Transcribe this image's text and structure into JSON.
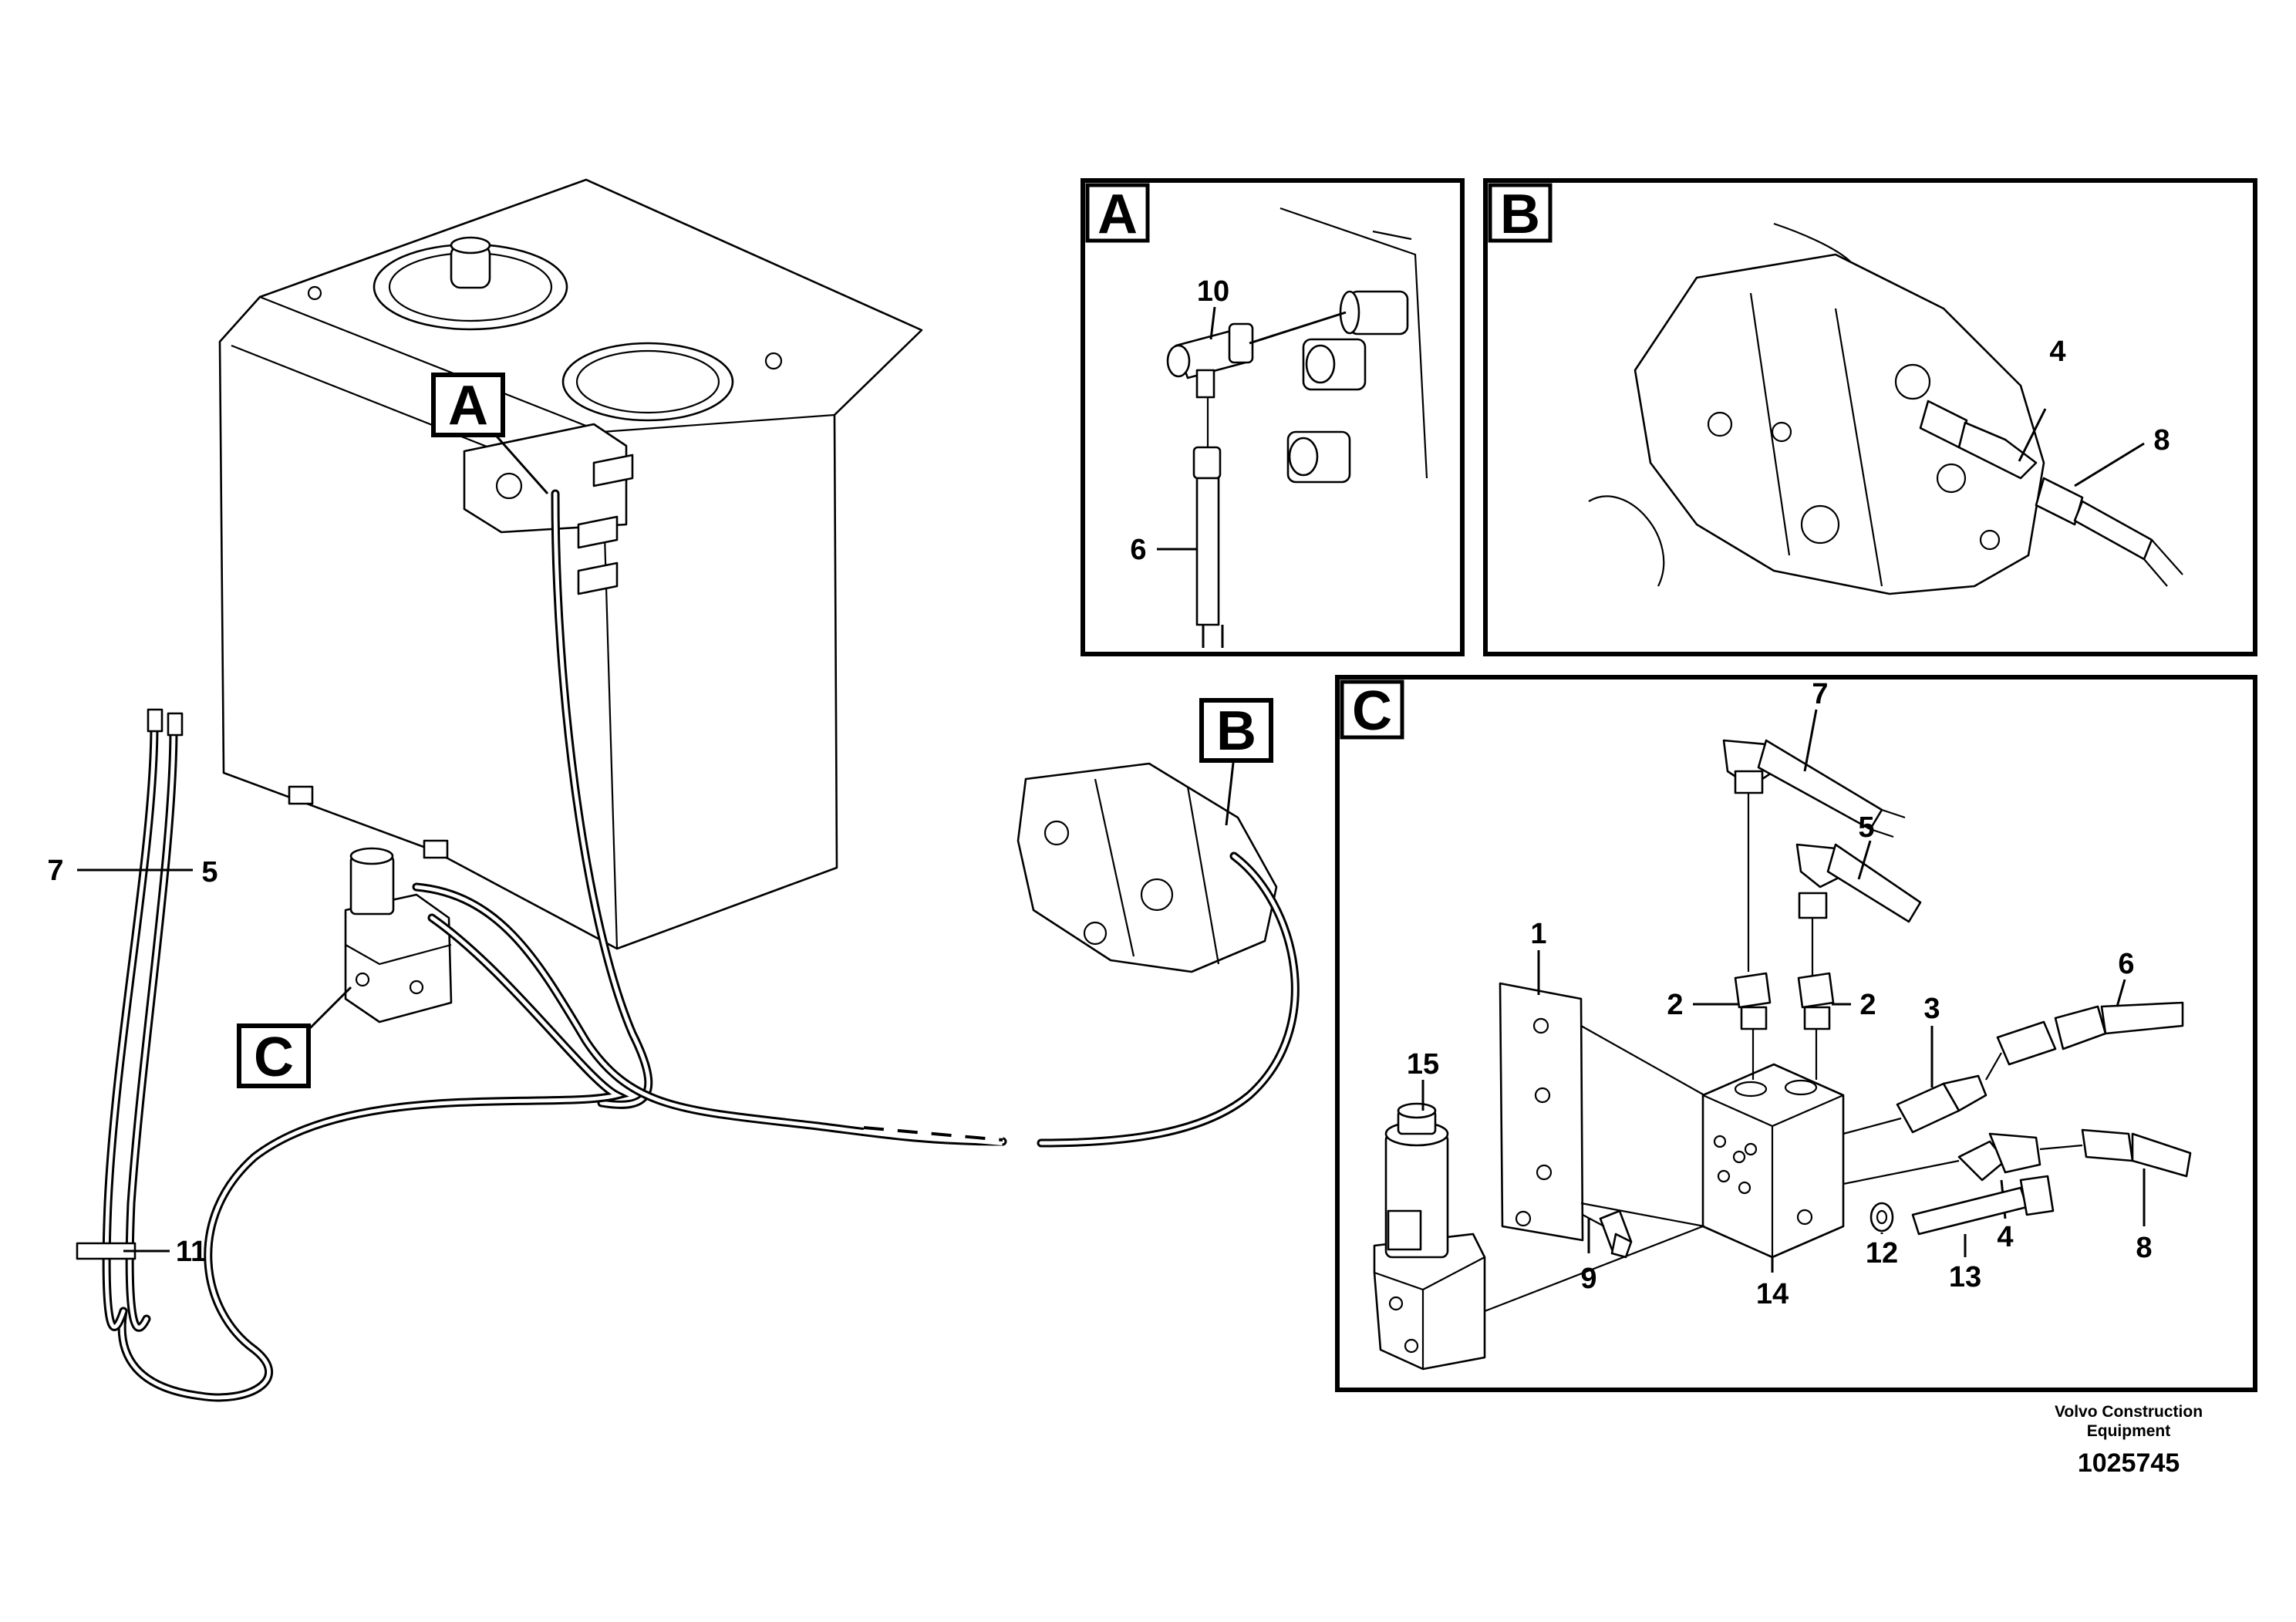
{
  "callouts": {
    "A": "A",
    "B": "B",
    "C": "C"
  },
  "labels": {
    "main": {
      "l7": "7",
      "l5": "5",
      "l11": "11"
    },
    "detail_a": {
      "l10": "10",
      "l6": "6"
    },
    "detail_b": {
      "l4": "4",
      "l8": "8"
    },
    "detail_c": {
      "l7": "7",
      "l5": "5",
      "l1": "1",
      "l2a": "2",
      "l2b": "2",
      "l3": "3",
      "l6": "6",
      "l15": "15",
      "l4": "4",
      "l8": "8",
      "l9": "9",
      "l12": "12",
      "l13": "13",
      "l14": "14"
    }
  },
  "footer": {
    "brand_line1": "Volvo Construction",
    "brand_line2": "Equipment",
    "doc_number": "1025745"
  }
}
